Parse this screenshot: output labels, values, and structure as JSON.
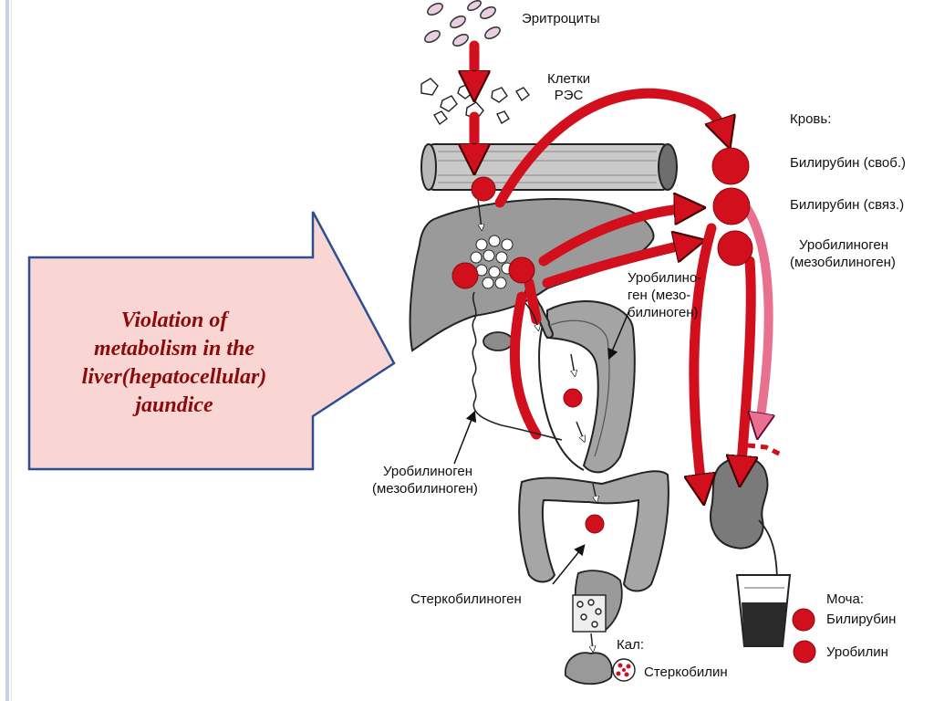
{
  "callout": {
    "text": "Violation of\nmetabolism in the\nliver(hepatocellular)\njaundice"
  },
  "labels": {
    "erythrocytes": "Эритроциты",
    "res_cells": "Клетки\nРЭС",
    "blood_header": "Кровь:",
    "bilirubin_free": "Билирубин (своб.)",
    "bilirubin_bound": "Билирубин (связ.)",
    "urobilinogen_blood_1": "Уробилиноген",
    "urobilinogen_blood_2": "(мезобилиноген)",
    "urobilinogen_gut_1": "Уробилино-",
    "urobilinogen_gut_2": "ген (мезо-",
    "urobilinogen_gut_3": "билиноген)",
    "urobilinogen_portal_1": "Уробилиноген",
    "urobilinogen_portal_2": "(мезобилиноген)",
    "stercobilinogen": "Стеркобилиноген",
    "feces_header": "Кал:",
    "stercobilin": "Стеркобилин",
    "urine_header": "Моча:",
    "urine_bilirubin": "Билирубин",
    "urine_urobilin": "Уробилин"
  },
  "colors": {
    "accent_red": "#d20f1c",
    "callout_fill": "#f9d6d3",
    "callout_border": "#2e4f8f",
    "callout_text": "#8b0a0a",
    "organ_gray": "#8a8a8a",
    "pink_arrow": "#e8718f"
  }
}
